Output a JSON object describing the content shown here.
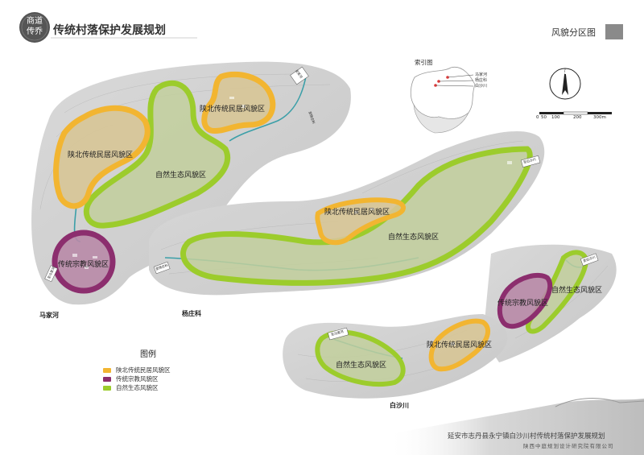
{
  "header": {
    "logo_text": "商道传乔",
    "title": "传统村落保护发展规划",
    "map_title": "风貌分区图"
  },
  "index_map": {
    "title": "索引图",
    "labels": [
      "马家河",
      "杨庄科",
      "白沙川"
    ]
  },
  "compass": {
    "north_symbol": "N",
    "scale_ticks": [
      "0",
      "50",
      "100",
      "200",
      "300m"
    ]
  },
  "zones": {
    "a": "陕北传统民居风貌区",
    "b": "陕北传统民居风貌区",
    "c": "自然生态风貌区",
    "d": "传统宗教风貌区",
    "e": "陕北传统民居风貌区",
    "f": "自然生态风貌区",
    "g": "自然生态风貌区",
    "h": "传统宗教风貌区",
    "i": "陕北传统民居风貌区",
    "j": "自然生态风貌区"
  },
  "villages": {
    "majiahe": "马家河",
    "yangzhuangke": "杨庄科",
    "baishachuan": "白沙川"
  },
  "road_labels": [
    "至某河",
    "至杨庄科",
    "至马家河",
    "至白沙川",
    "至马家河",
    "至白沙川",
    "至杨庄科"
  ],
  "legend": {
    "title": "图例",
    "items": [
      {
        "label": "陕北传统民居风貌区",
        "color": "#f2b531"
      },
      {
        "label": "传统宗教风貌区",
        "color": "#8c2e6e"
      },
      {
        "label": "自然生态风貌区",
        "color": "#9ccc2c"
      }
    ]
  },
  "footer": {
    "title": "延安市志丹县永宁镇白沙川村传统村落保护发展规划",
    "company": "陕西中庭规划设计研究院有限公司"
  }
}
